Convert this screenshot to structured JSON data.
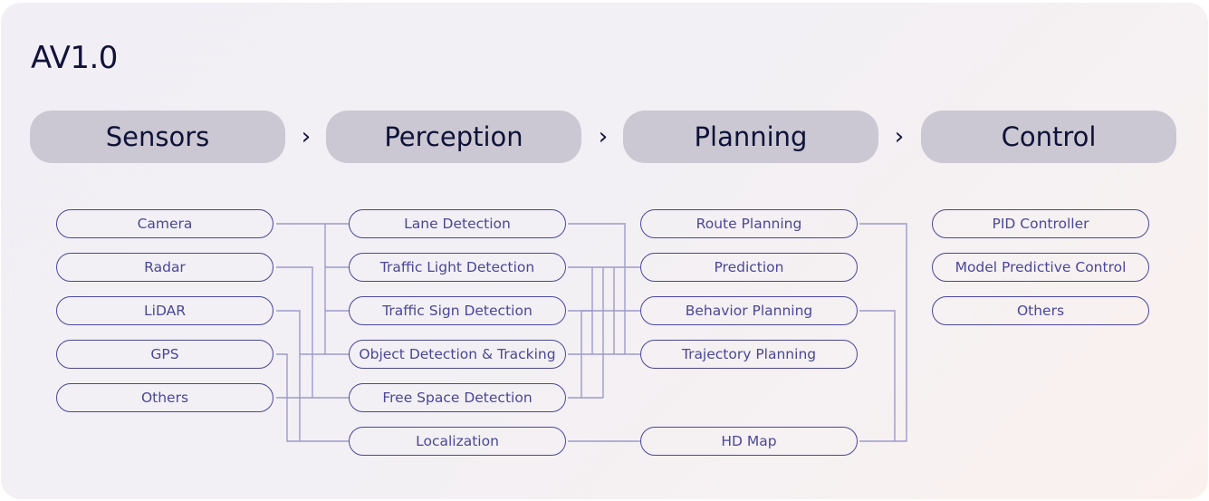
{
  "title": "AV1.0",
  "stages": [
    {
      "label": "Sensors"
    },
    {
      "label": "Perception"
    },
    {
      "label": "Planning"
    },
    {
      "label": "Control"
    }
  ],
  "chevron": "›",
  "sensors": [
    "Camera",
    "Radar",
    "LiDAR",
    "GPS",
    "Others"
  ],
  "perception": [
    "Lane Detection",
    "Traffic Light Detection",
    "Traffic Sign Detection",
    "Object Detection & Tracking",
    "Free Space Detection",
    "Localization"
  ],
  "planning": [
    "Route Planning",
    "Prediction",
    "Behavior Planning",
    "Trajectory Planning",
    "HD Map"
  ],
  "control": [
    "PID Controller",
    "Model Predictive Control",
    "Others"
  ],
  "colors": {
    "node_outline": "#4a4799",
    "wire": "#9d9acb",
    "stage_fill": "#cbc8d3",
    "title_text": "#12133a"
  }
}
